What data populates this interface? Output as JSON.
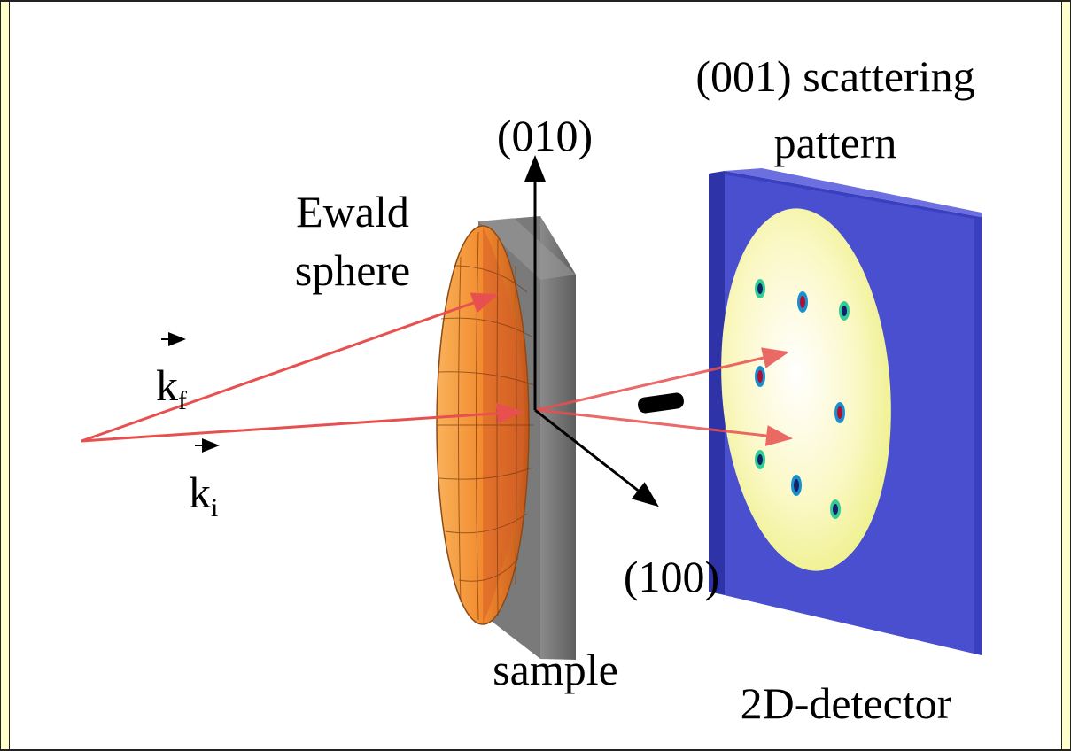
{
  "labels": {
    "scattering_line1": "(001) scattering",
    "scattering_line2": "pattern",
    "axis_010": "(010)",
    "axis_100": "(100)",
    "ewald_line1": "Ewald",
    "ewald_line2": "sphere",
    "kf_base": "k",
    "kf_sub": "f",
    "ki_base": "k",
    "ki_sub": "i",
    "sample": "sample",
    "detector": "2D-detector"
  },
  "colors": {
    "frame_fill": "#ffffcc",
    "beam": "#e8504f",
    "ewald_orange": "#f28a2e",
    "sample_gray": "#6e6e6e",
    "detector_blue": "#4a4fd0",
    "detector_face": "#fdfbc8"
  }
}
